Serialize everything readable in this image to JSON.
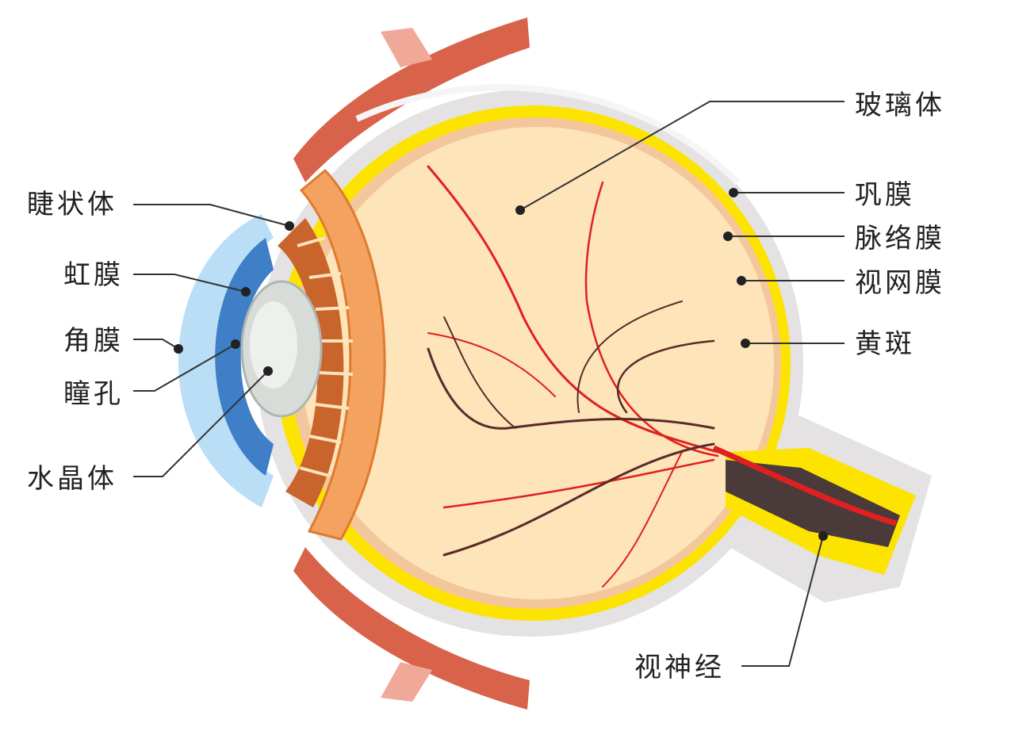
{
  "title": "眼球结构示意图",
  "labels_left": [
    {
      "id": "ciliary-body",
      "text": "睫状体"
    },
    {
      "id": "iris",
      "text": "虹膜"
    },
    {
      "id": "cornea",
      "text": "角膜"
    },
    {
      "id": "pupil",
      "text": "瞳孔"
    },
    {
      "id": "lens",
      "text": "水晶体"
    }
  ],
  "labels_right": [
    {
      "id": "vitreous",
      "text": "玻璃体"
    },
    {
      "id": "sclera",
      "text": "巩膜"
    },
    {
      "id": "choroid",
      "text": "脉络膜"
    },
    {
      "id": "retina",
      "text": "视网膜"
    },
    {
      "id": "macula",
      "text": "黄斑"
    }
  ],
  "label_bottom": {
    "id": "optic-nerve",
    "text": "视神经"
  },
  "colors": {
    "sclera": "#e4e2e2",
    "choroid": "#fde300",
    "retina": "#f3c79b",
    "vitreous": "#fde4b9",
    "muscle": "#d9634a",
    "cornea": "#b9def5",
    "iris": "#3f7fc8",
    "ciliary": "#f3a35f",
    "vessel_red": "#e02020",
    "vessel_dark": "#5a2a2a"
  }
}
